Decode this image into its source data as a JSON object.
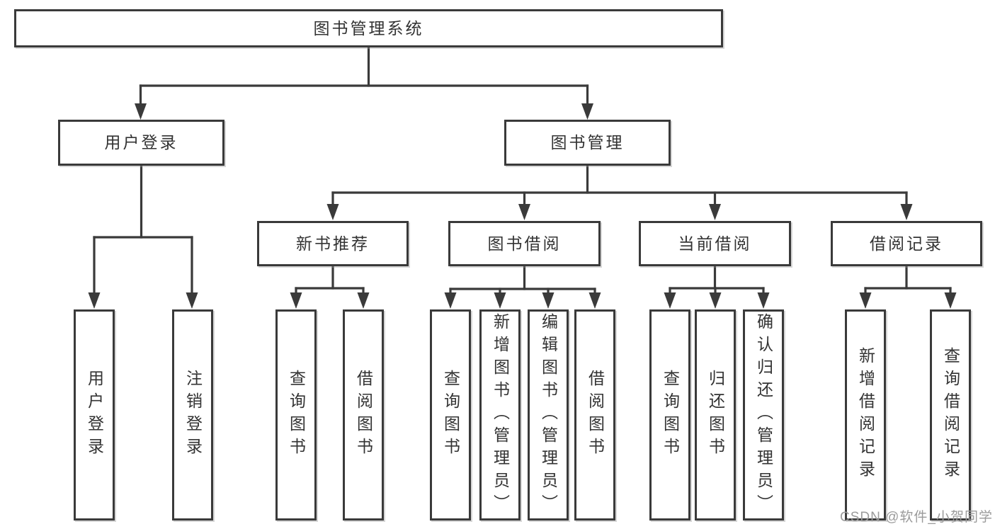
{
  "page": {
    "background_color": "#ffffff",
    "line_color": "#3a3a3a",
    "text_color": "#333333"
  },
  "watermark": {
    "text": "CSDN @软件_小贺同学",
    "color": "#9b9b9b"
  },
  "tree": {
    "label": "图书管理系统",
    "children": [
      {
        "label": "用户登录",
        "children": [
          {
            "label": "用户登录"
          },
          {
            "label": "注销登录"
          }
        ]
      },
      {
        "label": "图书管理",
        "children": [
          {
            "label": "新书推荐",
            "children": [
              {
                "label": "查询图书"
              },
              {
                "label": "借阅图书"
              }
            ]
          },
          {
            "label": "图书借阅",
            "children": [
              {
                "label": "查询图书"
              },
              {
                "label": "新增图书（管理员）"
              },
              {
                "label": "编辑图书（管理员）"
              },
              {
                "label": "借阅图书"
              }
            ]
          },
          {
            "label": "当前借阅",
            "children": [
              {
                "label": "查询图书"
              },
              {
                "label": "归还图书"
              },
              {
                "label": "确认归还（管理员）"
              }
            ]
          },
          {
            "label": "借阅记录",
            "children": [
              {
                "label": "新增借阅记录"
              },
              {
                "label": "查询借阅记录"
              }
            ]
          }
        ]
      }
    ]
  }
}
